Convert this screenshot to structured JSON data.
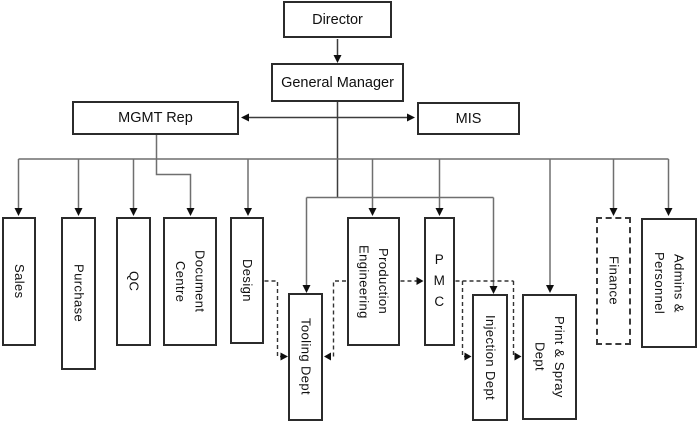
{
  "diagram": {
    "type": "org-chart",
    "nodes": {
      "director": "Director",
      "general_manager": "General Manager",
      "mgmt_rep": "MGMT Rep",
      "mis": "MIS",
      "sales": "Sales",
      "purchase": "Purchase",
      "qc": "QC",
      "document_centre": "Document\nCentre",
      "design": "Design",
      "tooling_dept": "Tooling Dept",
      "production_engineering": "Production\nEngineering",
      "pmc": "P\nM\nC",
      "injection_dept": "Injection Dept",
      "print_spray_dept": "Print & Spray\nDept",
      "finance": "Finance",
      "admins_personnel": "Admins &\nPersonnel"
    },
    "edges": [
      {
        "from": "director",
        "to": "general_manager",
        "style": "solid-arrow"
      },
      {
        "from": "mgmt_rep",
        "to": "mis",
        "style": "solid-double-arrow"
      },
      {
        "from": "general_manager",
        "to": "sales",
        "style": "solid-arrow"
      },
      {
        "from": "general_manager",
        "to": "purchase",
        "style": "solid-arrow"
      },
      {
        "from": "general_manager",
        "to": "qc",
        "style": "solid-arrow"
      },
      {
        "from": "mgmt_rep",
        "to": "document_centre",
        "style": "solid-arrow"
      },
      {
        "from": "general_manager",
        "to": "design",
        "style": "solid-arrow"
      },
      {
        "from": "general_manager",
        "to": "tooling_dept",
        "style": "solid-arrow"
      },
      {
        "from": "general_manager",
        "to": "production_engineering",
        "style": "solid-arrow"
      },
      {
        "from": "general_manager",
        "to": "pmc",
        "style": "solid-arrow"
      },
      {
        "from": "general_manager",
        "to": "injection_dept",
        "style": "solid-arrow"
      },
      {
        "from": "general_manager",
        "to": "print_spray_dept",
        "style": "solid-arrow"
      },
      {
        "from": "general_manager",
        "to": "finance",
        "style": "solid-arrow"
      },
      {
        "from": "general_manager",
        "to": "admins_personnel",
        "style": "solid-arrow"
      },
      {
        "from": "design",
        "to": "tooling_dept",
        "style": "dashed-arrow"
      },
      {
        "from": "production_engineering",
        "to": "tooling_dept",
        "style": "dashed-arrow"
      },
      {
        "from": "production_engineering",
        "to": "pmc",
        "style": "dashed-arrow"
      },
      {
        "from": "pmc",
        "to": "injection_dept",
        "style": "dashed-arrow"
      },
      {
        "from": "pmc",
        "to": "print_spray_dept",
        "style": "dashed-arrow"
      }
    ],
    "colors": {
      "background": "#ffffff",
      "box_border": "#2b2b2b",
      "line": "#6f6f6f",
      "dashed_line": "#333333",
      "text": "#101010"
    }
  }
}
